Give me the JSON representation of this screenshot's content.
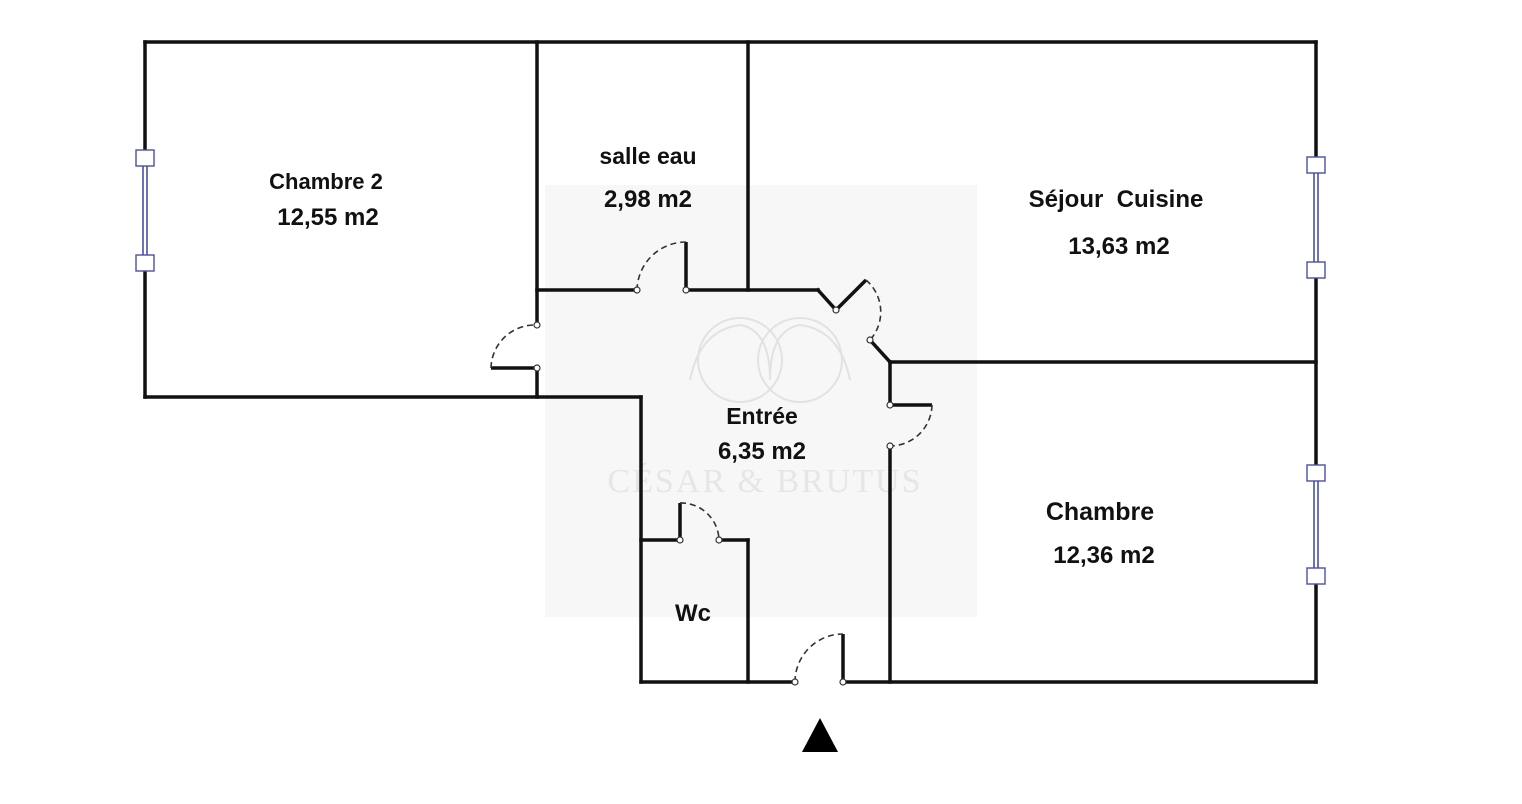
{
  "plan": {
    "rooms": [
      {
        "id": "chambre-2",
        "name": "Chambre 2",
        "area": "12,55 m2"
      },
      {
        "id": "salle-eau",
        "name": "salle eau",
        "area": "2,98 m2"
      },
      {
        "id": "sejour-cuisine",
        "name": "Séjour  Cuisine",
        "area": "13,63 m2"
      },
      {
        "id": "entree",
        "name": "Entrée",
        "area": "6,35 m2"
      },
      {
        "id": "chambre",
        "name": "Chambre",
        "area": "12,36 m2"
      },
      {
        "id": "wc",
        "name": "Wc",
        "area": ""
      }
    ],
    "watermark": "CÉSAR & BRUTUS",
    "colors": {
      "wall": "#111111",
      "window": "#4a4fa8",
      "watermark": "#e6e6e6"
    },
    "icons": {
      "entrance": "entrance-arrow-icon",
      "watermark_logo": "lion-head-logo"
    }
  }
}
